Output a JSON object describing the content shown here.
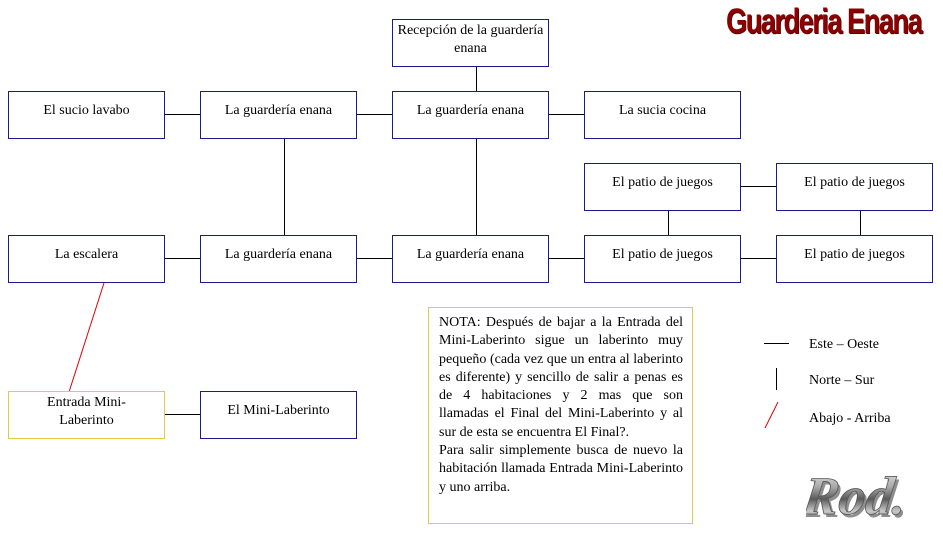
{
  "title": "Guarderia Enana",
  "rooms": {
    "reception": "Recepción de la guardería enana",
    "dirty_washroom": "El sucio lavabo",
    "nursery_1": "La guardería enana",
    "nursery_2": "La guardería enana",
    "dirty_kitchen": "La sucia cocina",
    "playground_1": "El patio de juegos",
    "playground_2": "El patio de juegos",
    "stairs": "La escalera",
    "nursery_3": "La guardería enana",
    "nursery_4": "La guardería enana",
    "playground_3": "El patio de juegos",
    "playground_4": "El patio de juegos",
    "mini_maze_entrance": "Entrada Mini-Laberinto",
    "mini_maze": "El Mini-Laberinto"
  },
  "note": {
    "paragraph_1": "NOTA: Después de bajar a la Entrada del Mini-Laberinto sigue un laberinto muy pequeño (cada vez que un entra al laberinto es diferente) y sencillo de salir a penas es de 4 habitaciones y 2 mas que son llamadas el Final del Mini-Laberinto y al sur de esta se encuentra  El Final?.",
    "paragraph_2": "Para salir simplemente busca de nuevo la habitación llamada Entrada Mini-Laberinto y uno arriba."
  },
  "legend": {
    "east_west": "Este – Oeste",
    "north_south": "Norte – Sur",
    "down_up": "Abajo - Arriba"
  },
  "signature": "Rod."
}
